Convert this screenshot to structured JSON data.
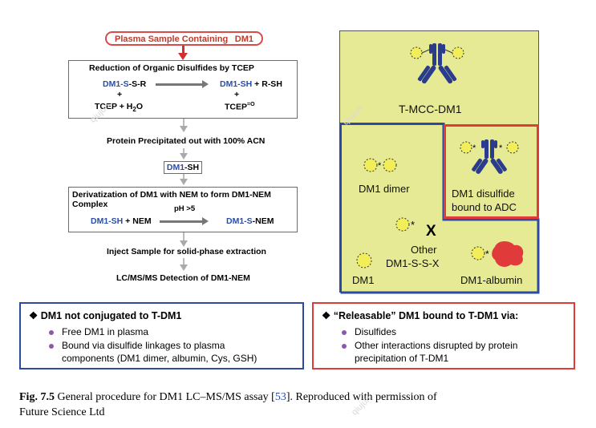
{
  "flowchart": {
    "plasma": {
      "prefix": "Plasma Sample Containing",
      "suffix": "DM1"
    },
    "step1": {
      "title": "Reduction of Organic Disulfides by TCEP",
      "left_blue": "DM1-S",
      "left_rest": "-S-R",
      "right_blue": "DM1-SH",
      "right_rest": " + R-SH",
      "plus": "+",
      "tcep_left": "TCEP + H",
      "tcep_left_sub": "2",
      "tcep_left_end": "O",
      "tcep_right": "TCEP",
      "tcep_right_sup": "=O"
    },
    "step2": "Protein Precipitated out with 100% ACN",
    "dm1sh": {
      "blue": "DM1",
      "rest": "-SH"
    },
    "step3": {
      "title": "Derivatization of DM1 with NEM to form DM1-NEM Complex",
      "left_blue": "DM1-SH",
      "left_rest": " + NEM",
      "ph": "pH >5",
      "right_blue": "DM1-S",
      "right_rest": "-NEM"
    },
    "step4": "Inject Sample for solid-phase extraction",
    "step5": "LC/MS/MS Detection of DM1-NEM"
  },
  "panel": {
    "tmcc": "T-MCC-DM1",
    "dimer": "DM1 dimer",
    "disulfide_bound": [
      "DM1 disulfide",
      "bound to ADC"
    ],
    "other": [
      "Other",
      "DM1-S-S-X"
    ],
    "x_mark": "X",
    "dm1": "DM1",
    "albumin": "DM1-albumin",
    "colors": {
      "panel_bg": "#e6ea94",
      "blue_border": "#2b4aa0",
      "red_border": "#e03a3a",
      "antibody": "#2c3c8c",
      "albumin": "#e03a3a"
    }
  },
  "summary_left": {
    "title": "DM1 not conjugated to T-DM1",
    "items": [
      "Free DM1 in plasma",
      "Bound via disulfide linkages to plasma",
      "components (DM1 dimer, albumin, Cys, GSH)"
    ]
  },
  "summary_right": {
    "title": "“Releasable” DM1 bound to T-DM1 via:",
    "items": [
      "Disulfides",
      "Other interactions disrupted by protein",
      "precipitation of T-DM1"
    ]
  },
  "caption": {
    "label": "Fig. 7.5",
    "text": "General procedure for DM1 LC–MS/MS assay [",
    "ref": "53",
    "text2": "]. Reproduced with permission of",
    "line2": "Future Science Ltd"
  },
  "watermark": "qiujun"
}
